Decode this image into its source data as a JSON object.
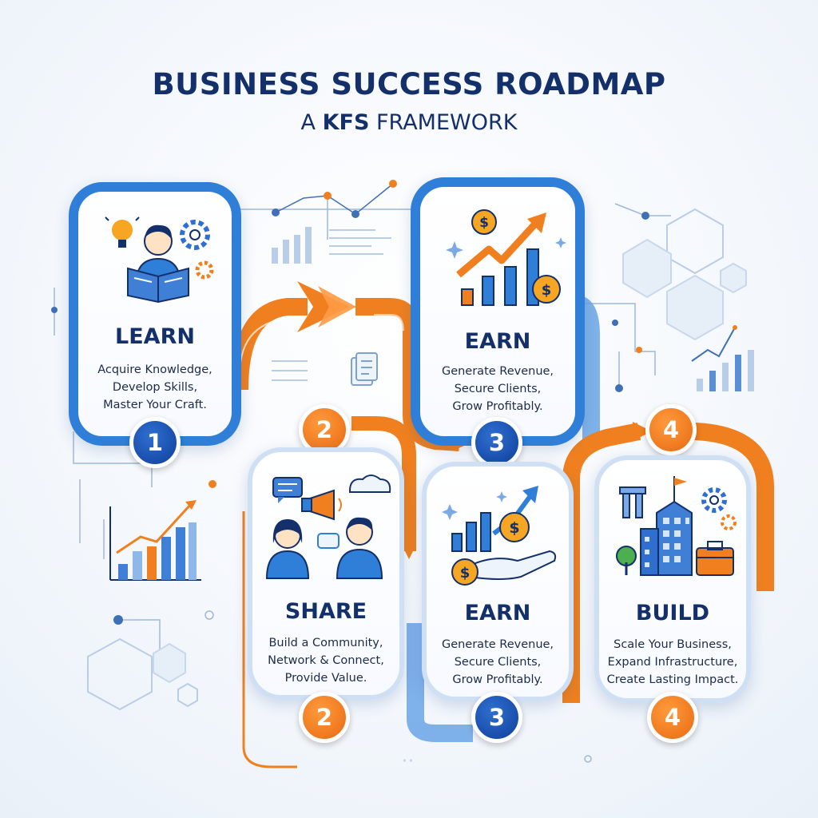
{
  "header": {
    "title": "BUSINESS SUCCESS ROADMAP",
    "subtitle_prefix": "A ",
    "subtitle_brand": "KFS",
    "subtitle_suffix": " FRAMEWORK"
  },
  "steps": [
    {
      "title": "LEARN",
      "lines": [
        "Acquire Knowledge,",
        "Develop Skills,",
        "Master Your Craft."
      ],
      "number": "1",
      "icon": "learner-reading-icon"
    },
    {
      "title": "EARN",
      "lines": [
        "Generate Revenue,",
        "Secure Clients,",
        "Grow Profitably."
      ],
      "number": "3",
      "icon": "growth-chart-icon"
    },
    {
      "title": "SHARE",
      "lines": [
        "Build a Community,",
        "Network & Connect,",
        "Provide Value."
      ],
      "number": "2",
      "icon": "people-megaphone-icon"
    },
    {
      "title": "EARN",
      "lines": [
        "Generate Revenue,",
        "Secure Clients,",
        "Grow Profitably."
      ],
      "number": "3",
      "icon": "money-hand-icon"
    },
    {
      "title": "BUILD",
      "lines": [
        "Scale Your Business,",
        "Expand Infrastructure,",
        "Create Lasting Impact."
      ],
      "number": "4",
      "icon": "building-icon"
    }
  ],
  "extra_badges": {
    "upper_two": "2",
    "upper_four": "4"
  },
  "colors": {
    "blue": "#2f7fd8",
    "navy": "#14306b",
    "orange": "#f0801f"
  }
}
